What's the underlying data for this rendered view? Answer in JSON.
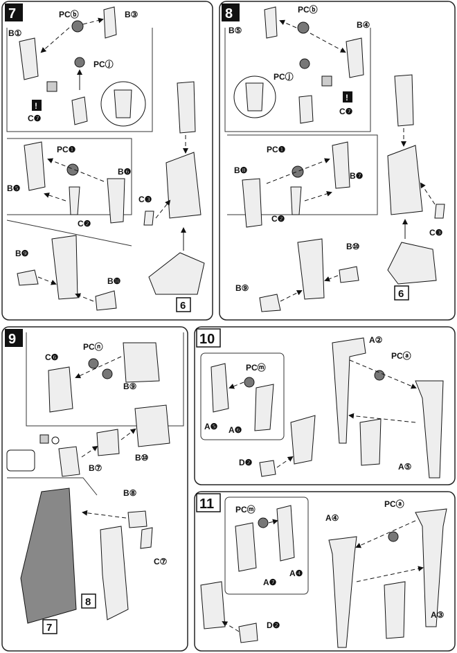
{
  "steps": {
    "s7": {
      "number": "7",
      "callout_excl": "!",
      "ref_box": "6",
      "labels": {
        "pcb": "PCⓑ",
        "b18": "B③",
        "b17": "B①",
        "pcj": "PCⓙ",
        "c7": "C❼",
        "pc1": "PC❶",
        "b30": "B❺",
        "b31": "B❻",
        "c2": "C❷",
        "c3": "C❸",
        "b36": "B❾",
        "b37": "B❿"
      }
    },
    "s8": {
      "number": "8",
      "callout_excl": "!",
      "ref_box": "6",
      "labels": {
        "pcb": "PCⓑ",
        "b20": "B⑤",
        "b19": "B④",
        "pcj": "PCⓙ",
        "c7": "C❼",
        "pc1": "PC❶",
        "b33": "B❽",
        "b32": "B❼",
        "c2": "C❷",
        "c3": "C❸",
        "b35": "B⑩",
        "b34": "B⑨"
      }
    },
    "s9": {
      "number": "9",
      "ref_box_a": "7",
      "ref_box_b": "8",
      "labels": {
        "c6": "C❻",
        "pcn": "PCⓝ",
        "b28": "B⑨",
        "b29": "B⑩",
        "b24": "B⑦",
        "b27": "B⑧",
        "c14": "C⑦"
      }
    },
    "s10": {
      "number": "10",
      "labels": {
        "pcm": "PCⓜ",
        "a5": "A❺",
        "a6": "A❻",
        "d2": "D❷",
        "a18": "A②",
        "pca": "PCⓐ",
        "a21": "A⑤"
      }
    },
    "s11": {
      "number": "11",
      "labels": {
        "pcm": "PCⓜ",
        "a7": "A❼",
        "a4": "A❹",
        "d2": "D❷",
        "a20": "A④",
        "pca": "PCⓐ",
        "a19": "A③"
      }
    }
  },
  "icons": [
    "exclamation-callout-icon",
    "sticker-icon",
    "rotate-joint-icon",
    "arrow-assembly-icon"
  ]
}
